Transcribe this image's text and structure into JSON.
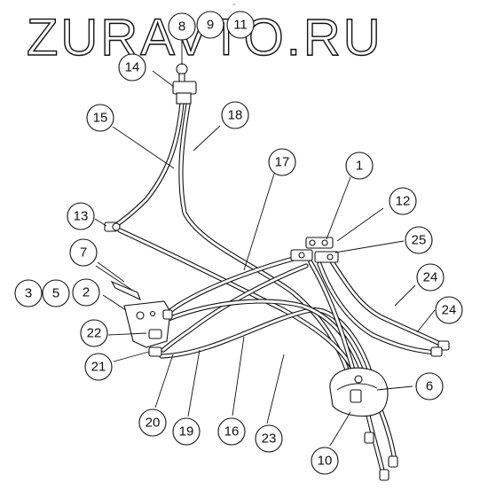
{
  "watermark": {
    "text": "ZURAVTO.RU"
  },
  "top_mark": "~",
  "callouts": [
    {
      "id": "c8",
      "label": "8"
    },
    {
      "id": "c9",
      "label": "9"
    },
    {
      "id": "c11",
      "label": "11"
    },
    {
      "id": "c14",
      "label": "14"
    },
    {
      "id": "c15",
      "label": "15"
    },
    {
      "id": "c18",
      "label": "18"
    },
    {
      "id": "c17",
      "label": "17"
    },
    {
      "id": "c1",
      "label": "1"
    },
    {
      "id": "c12",
      "label": "12"
    },
    {
      "id": "c13",
      "label": "13"
    },
    {
      "id": "c25",
      "label": "25"
    },
    {
      "id": "c7",
      "label": "7"
    },
    {
      "id": "c24a",
      "label": "24"
    },
    {
      "id": "c3",
      "label": "3"
    },
    {
      "id": "c5",
      "label": "5"
    },
    {
      "id": "c2",
      "label": "2"
    },
    {
      "id": "c24b",
      "label": "24"
    },
    {
      "id": "c22",
      "label": "22"
    },
    {
      "id": "c21",
      "label": "21"
    },
    {
      "id": "c6",
      "label": "6"
    },
    {
      "id": "c20",
      "label": "20"
    },
    {
      "id": "c19",
      "label": "19"
    },
    {
      "id": "c16",
      "label": "16"
    },
    {
      "id": "c23",
      "label": "23"
    },
    {
      "id": "c10",
      "label": "10"
    }
  ]
}
